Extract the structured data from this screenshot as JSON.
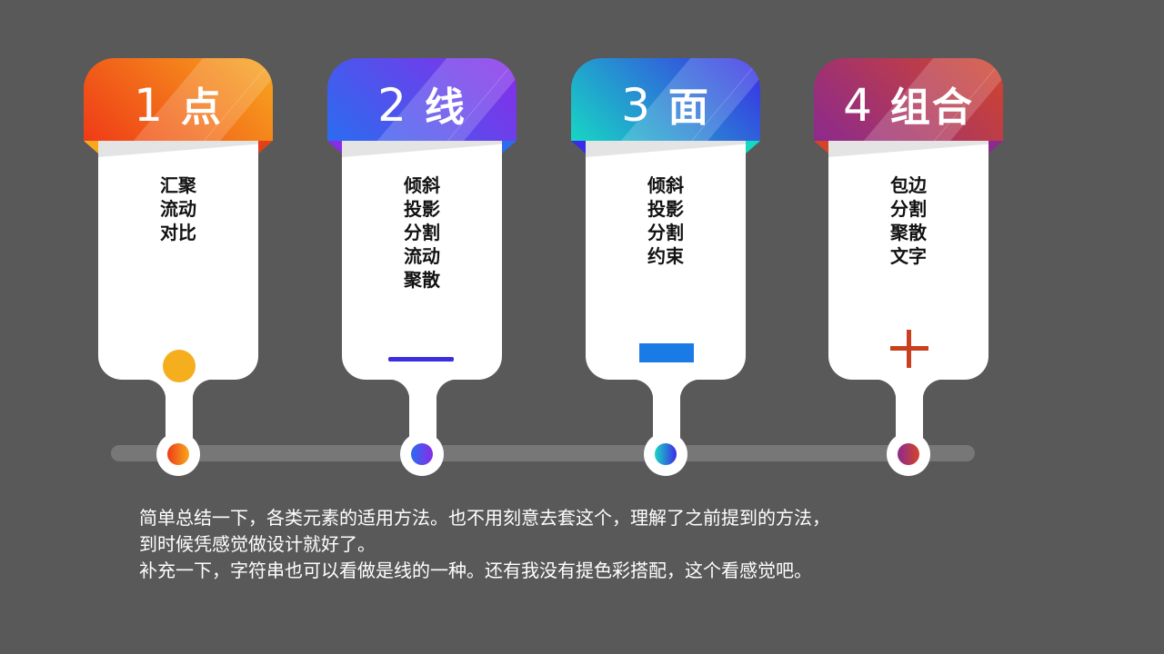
{
  "cards": [
    {
      "number": "1",
      "title": "点",
      "items": [
        "汇聚",
        "流动",
        "对比"
      ],
      "icon": "dot-icon",
      "colors": [
        "#ef3b17",
        "#f7a81e"
      ]
    },
    {
      "number": "2",
      "title": "线",
      "items": [
        "倾斜",
        "投影",
        "分割",
        "流动",
        "聚散"
      ],
      "icon": "line-icon",
      "colors": [
        "#2b6cf0",
        "#8a2be8"
      ]
    },
    {
      "number": "3",
      "title": "面",
      "items": [
        "倾斜",
        "投影",
        "分割",
        "约束"
      ],
      "icon": "rectangle-icon",
      "colors": [
        "#17d6c4",
        "#3b2be6"
      ]
    },
    {
      "number": "4",
      "title": "组合",
      "items": [
        "包边",
        "分割",
        "聚散",
        "文字"
      ],
      "icon": "plus-icon",
      "colors": [
        "#8c2a8e",
        "#d2452a"
      ]
    }
  ],
  "summary": [
    "简单总结一下，各类元素的适用方法。也不用刻意去套这个，理解了之前提到的方法，",
    "到时候凭感觉做设计就好了。",
    "补充一下，字符串也可以看做是线的一种。还有我没有提色彩搭配，这个看感觉吧。"
  ]
}
